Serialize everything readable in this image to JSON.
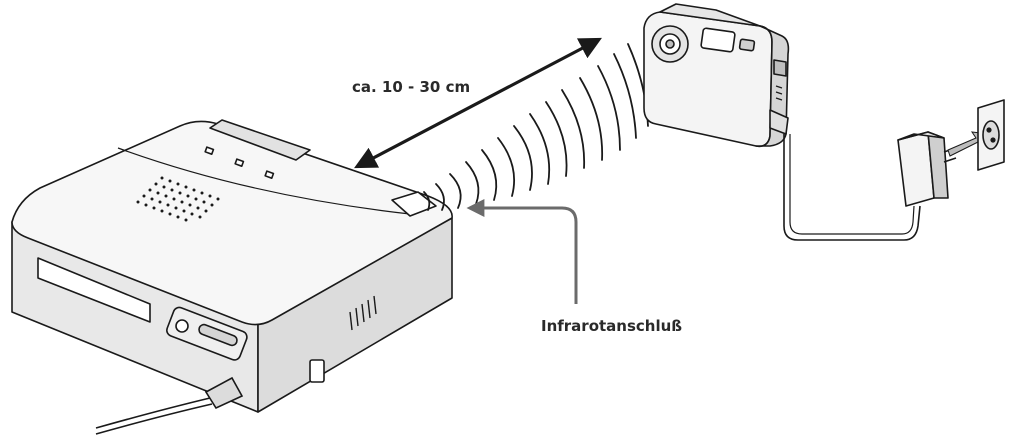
{
  "labels": {
    "distance": "ca. 10 - 30 cm",
    "infrared_port": "Infrarotanschluß"
  },
  "colors": {
    "line": "#1a1a1a",
    "arrow_gray": "#6b6b6b",
    "body_fill": "#f2f2f2",
    "shade_fill": "#cfcfcf",
    "background": "#ffffff"
  },
  "icons": {
    "printer": "photo-printer",
    "camera": "digital-camera",
    "adapter": "ac-power-adapter",
    "outlet": "wall-socket",
    "waves": "infrared-signal-waves"
  }
}
